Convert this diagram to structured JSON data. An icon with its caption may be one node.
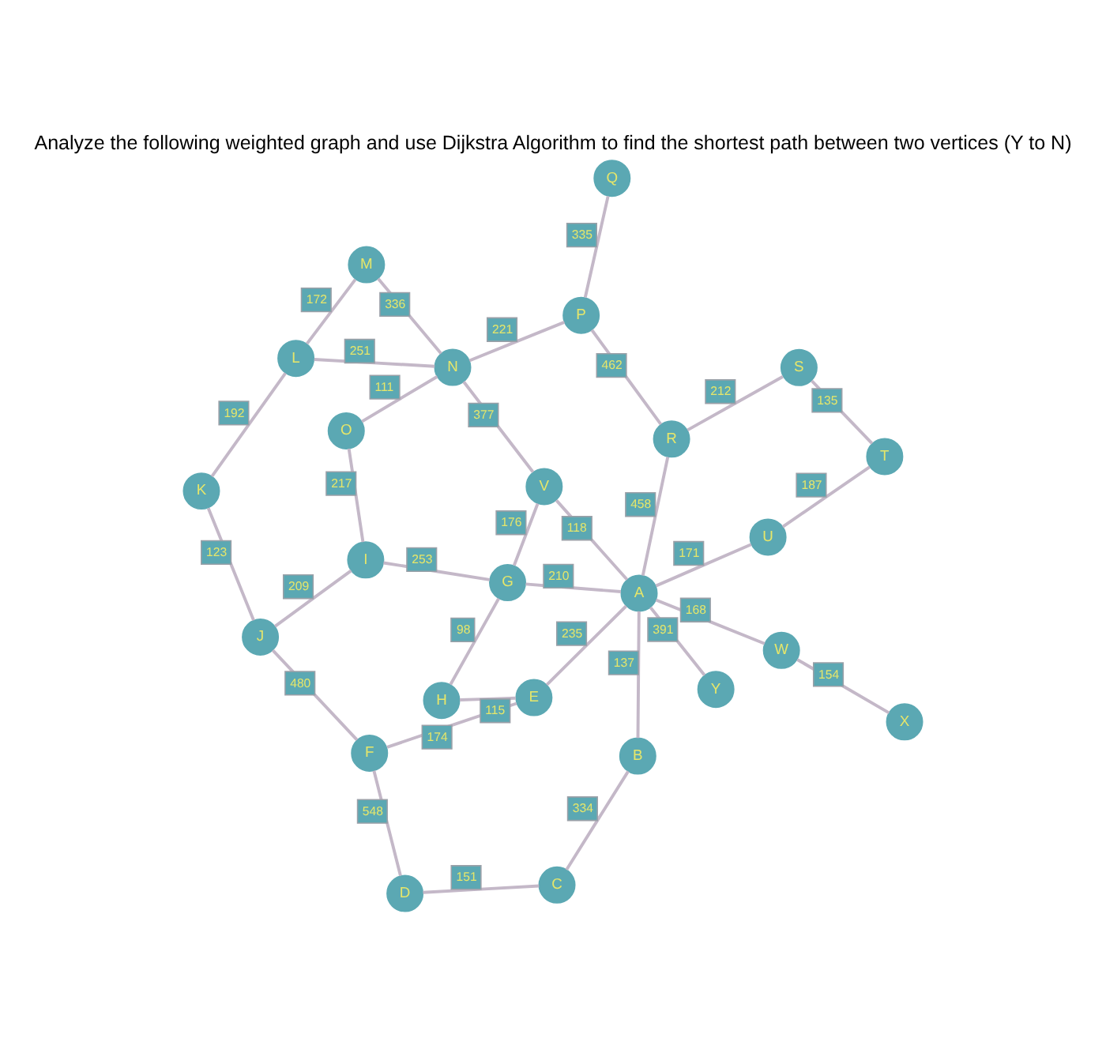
{
  "diagram": {
    "title": "Analyze the following weighted graph and use Dijkstra Algorithm to find the shortest path between two vertices (Y to N)",
    "nodes": [
      {
        "text": [
          "D"
        ]
      },
      {
        "text": [
          "F"
        ]
      },
      {
        "text": [
          "C"
        ]
      },
      {
        "text": [
          "E"
        ]
      },
      {
        "text": [
          "J"
        ]
      },
      {
        "text": [
          "H"
        ]
      },
      {
        "text": [
          "B"
        ]
      },
      {
        "text": [
          "Y"
        ]
      },
      {
        "text": [
          "G"
        ]
      },
      {
        "text": [
          "I"
        ]
      },
      {
        "text": [
          "K"
        ]
      },
      {
        "text": [
          "A"
        ]
      },
      {
        "text": [
          "O"
        ]
      },
      {
        "text": [
          "X"
        ]
      },
      {
        "text": [
          "W"
        ]
      },
      {
        "text": [
          "U"
        ]
      },
      {
        "text": [
          "V"
        ]
      },
      {
        "text": [
          "L"
        ]
      },
      {
        "text": [
          "N"
        ]
      },
      {
        "text": [
          "M"
        ]
      },
      {
        "text": [
          "T"
        ]
      },
      {
        "text": [
          "R"
        ]
      },
      {
        "text": [
          "S"
        ]
      },
      {
        "text": [
          "P"
        ]
      },
      {
        "text": [
          "Q"
        ]
      }
    ],
    "edges": [
      {
        "from": 0,
        "to": 1,
        "arrow": "none",
        "label": "548"
      },
      {
        "from": 0,
        "to": 2,
        "arrow": "none",
        "label": "151"
      },
      {
        "from": 1,
        "to": 3,
        "arrow": "none",
        "label": "174"
      },
      {
        "from": 1,
        "to": 4,
        "arrow": "none",
        "label": "480"
      },
      {
        "from": 2,
        "to": 6,
        "arrow": "none",
        "label": "334"
      },
      {
        "from": 3,
        "to": 5,
        "arrow": "none",
        "label": "115"
      },
      {
        "from": 3,
        "to": 11,
        "arrow": "none",
        "label": "235"
      },
      {
        "from": 5,
        "to": 8,
        "arrow": "none",
        "label": "98"
      },
      {
        "from": 4,
        "to": 9,
        "arrow": "none",
        "label": "209"
      },
      {
        "from": 4,
        "to": 10,
        "arrow": "none",
        "label": "123"
      },
      {
        "from": 6,
        "to": 11,
        "arrow": "none",
        "label": "137"
      },
      {
        "from": 7,
        "to": 11,
        "arrow": "none",
        "label": "391"
      },
      {
        "from": 11,
        "to": 8,
        "arrow": "none",
        "label": "210"
      },
      {
        "from": 8,
        "to": 9,
        "arrow": "none",
        "label": "253"
      },
      {
        "from": 8,
        "to": 16,
        "arrow": "none",
        "label": "176"
      },
      {
        "from": 9,
        "to": 12,
        "arrow": "none",
        "label": "217"
      },
      {
        "from": 10,
        "to": 17,
        "arrow": "none",
        "label": "192"
      },
      {
        "from": 11,
        "to": 14,
        "arrow": "none",
        "label": "168"
      },
      {
        "from": 11,
        "to": 15,
        "arrow": "none",
        "label": "171"
      },
      {
        "from": 11,
        "to": 16,
        "arrow": "none",
        "label": "118"
      },
      {
        "from": 11,
        "to": 21,
        "arrow": "none",
        "label": "458"
      },
      {
        "from": 13,
        "to": 14,
        "arrow": "none",
        "label": "154"
      },
      {
        "from": 15,
        "to": 20,
        "arrow": "none",
        "label": "187"
      },
      {
        "from": 16,
        "to": 18,
        "arrow": "none",
        "label": "377"
      },
      {
        "from": 12,
        "to": 18,
        "arrow": "none",
        "label": "111"
      },
      {
        "from": 18,
        "to": 17,
        "arrow": "none",
        "label": "251"
      },
      {
        "from": 17,
        "to": 19,
        "arrow": "none",
        "label": "172"
      },
      {
        "from": 18,
        "to": 19,
        "arrow": "none",
        "label": "336"
      },
      {
        "from": 20,
        "to": 22,
        "arrow": "none",
        "label": "135"
      },
      {
        "from": 22,
        "to": 21,
        "arrow": "none",
        "label": "212"
      },
      {
        "from": 21,
        "to": 23,
        "arrow": "none",
        "label": "462"
      },
      {
        "from": 18,
        "to": 23,
        "arrow": "none",
        "label": "221"
      },
      {
        "from": 23,
        "to": 24,
        "arrow": "none",
        "label": "335"
      }
    ]
  }
}
